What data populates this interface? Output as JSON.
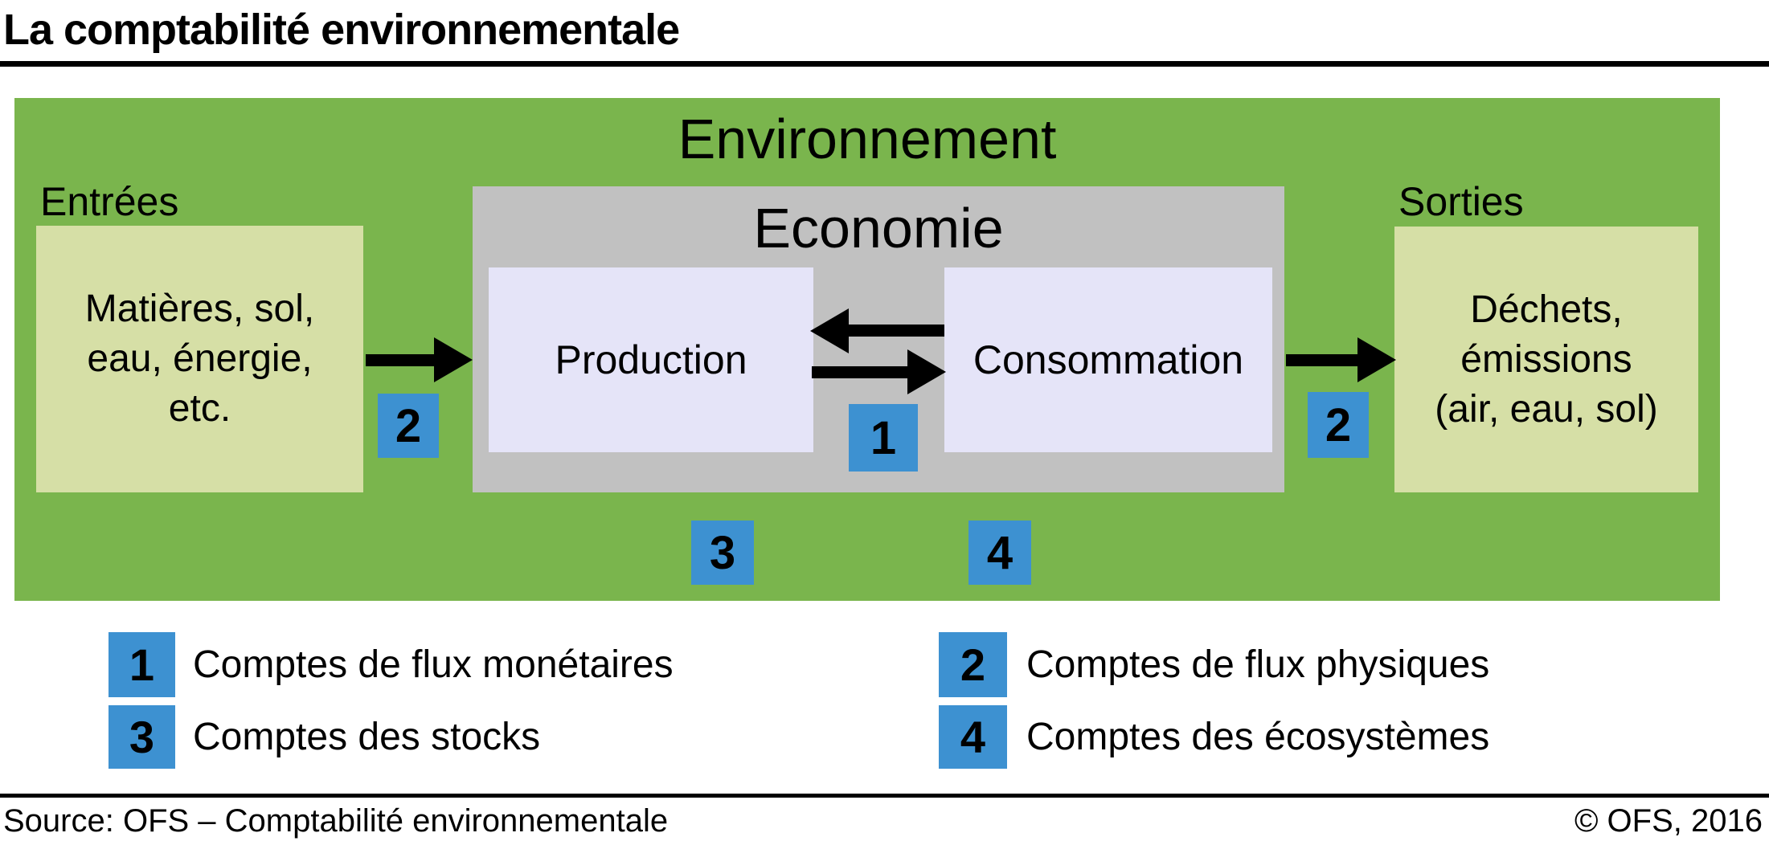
{
  "title": "La comptabilité environnementale",
  "colors": {
    "environment_green": "#7ab54d",
    "economy_gray": "#c1c1c1",
    "io_box_olive": "#d6dfa6",
    "inner_box_lavender": "#e5e4f8",
    "badge_blue": "#3d91d1",
    "text_black": "#000000"
  },
  "diagram": {
    "environment_label": "Environnement",
    "economy_label": "Economie",
    "entrees": {
      "label": "Entrées",
      "box_text": "Matières, sol,\neau, énergie,\netc."
    },
    "sorties": {
      "label": "Sorties",
      "box_text": "Déchets,\némissions\n(air, eau, sol)"
    },
    "production_label": "Production",
    "consommation_label": "Consommation",
    "badges": {
      "monetary": "1",
      "physical_in": "2",
      "physical_out": "2",
      "stocks": "3",
      "ecosystems": "4"
    }
  },
  "legend": {
    "items": [
      {
        "num": "1",
        "label": "Comptes de flux monétaires"
      },
      {
        "num": "2",
        "label": "Comptes de flux physiques"
      },
      {
        "num": "3",
        "label": "Comptes des stocks"
      },
      {
        "num": "4",
        "label": "Comptes des écosystèmes"
      }
    ]
  },
  "footer": {
    "source": "Source: OFS – Comptabilité environnementale",
    "copyright": "© OFS, 2016"
  }
}
